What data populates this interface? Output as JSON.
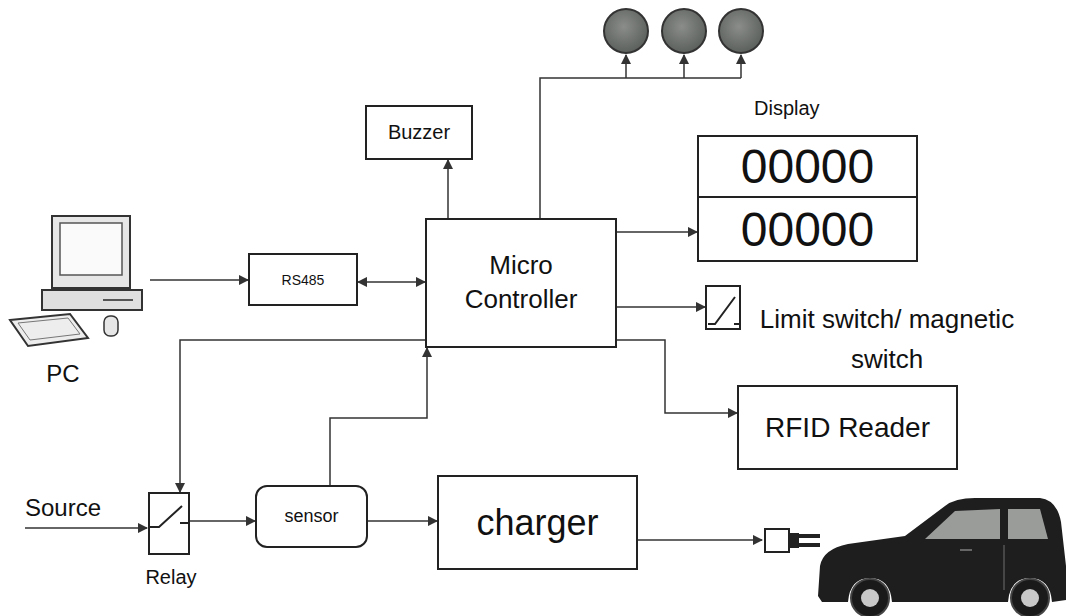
{
  "diagram": {
    "nodes": [
      {
        "text": [
          "Buzzer"
        ]
      },
      {
        "text": [
          "Display",
          "00000",
          "00000"
        ]
      },
      {
        "text": [
          "PC"
        ]
      },
      {
        "text": [
          "RS485"
        ]
      },
      {
        "text": [
          "Micro Controller"
        ]
      },
      {
        "text": [
          "Limit switch/ magnetic switch"
        ]
      },
      {
        "text": [
          "RFID Reader"
        ]
      },
      {
        "text": [
          "Relay"
        ]
      },
      {
        "text": [
          "sensor"
        ]
      },
      {
        "text": [
          "charger"
        ]
      }
    ],
    "edges": [
      {
        "from": 2,
        "to": 3,
        "arrow": "to"
      },
      {
        "from": 3,
        "to": 4,
        "arrow": "both"
      },
      {
        "from": 4,
        "to": 0,
        "arrow": "to"
      },
      {
        "from": 4,
        "to": 1,
        "arrow": "to"
      },
      {
        "from": 4,
        "to": 5,
        "arrow": "to"
      },
      {
        "from": 4,
        "to": 6,
        "arrow": "to"
      },
      {
        "from": 4,
        "to": 7,
        "arrow": "to"
      },
      {
        "from": 8,
        "to": 4,
        "arrow": "to"
      },
      {
        "from": 7,
        "to": 8,
        "arrow": "to"
      },
      {
        "from": 8,
        "to": 9,
        "arrow": "to"
      }
    ],
    "labels": [
      "Source"
    ]
  }
}
